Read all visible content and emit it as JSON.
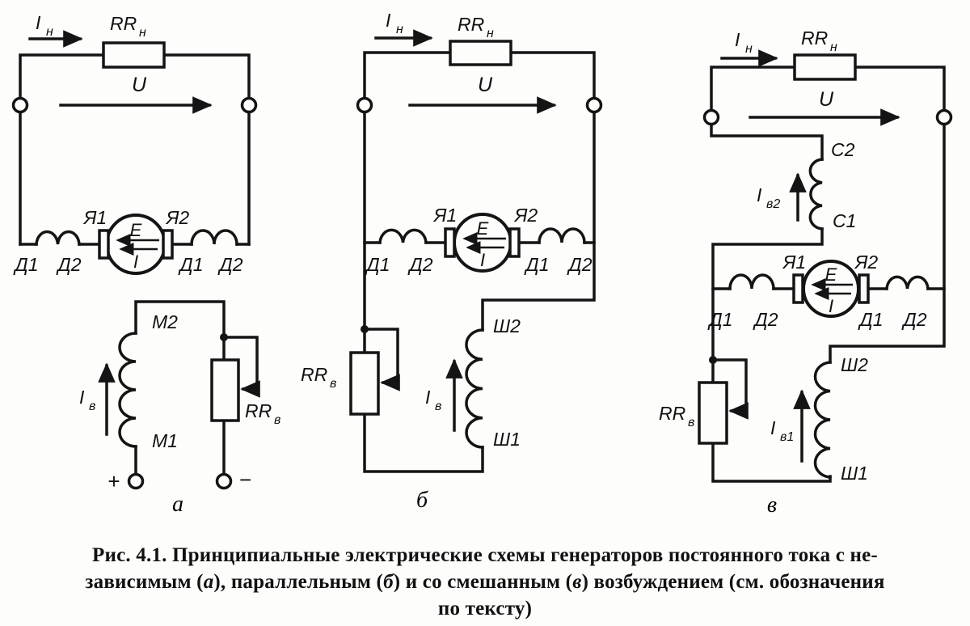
{
  "caption": {
    "lines": [
      [
        {
          "t": "Рис. 4.1. Принципиальные электрические схемы генераторов постоянного тока с не-"
        }
      ],
      [
        {
          "t": "зависимым ("
        },
        {
          "t": "а",
          "i": true
        },
        {
          "t": "), параллельным ("
        },
        {
          "t": "б",
          "i": true
        },
        {
          "t": ") и со смешанным ("
        },
        {
          "t": "в",
          "i": true
        },
        {
          "t": ") возбуждением (см. обозначения"
        }
      ],
      [
        {
          "t": "по тексту)"
        }
      ]
    ]
  },
  "circuits": {
    "a": {
      "panel": "а",
      "i_load": {
        "base": "I",
        "sub": "н"
      },
      "r_load": {
        "base": "RR",
        "sub": "н"
      },
      "voltage": "U",
      "emf": "E",
      "current": "I",
      "brush1": "Я1",
      "brush2": "Я2",
      "comm1": "Д1",
      "comm2": "Д2",
      "comm3": "Д1",
      "comm4": "Д2",
      "field_top": "M2",
      "field_bottom": "M1",
      "i_field": {
        "base": "I",
        "sub": "в"
      },
      "r_field": {
        "base": "RR",
        "sub": "в"
      },
      "plus": "+",
      "minus": "−"
    },
    "b": {
      "panel": "б",
      "i_load": {
        "base": "I",
        "sub": "н"
      },
      "r_load": {
        "base": "RR",
        "sub": "н"
      },
      "voltage": "U",
      "emf": "E",
      "current": "I",
      "brush1": "Я1",
      "brush2": "Я2",
      "comm1": "Д1",
      "comm2": "Д2",
      "comm3": "Д1",
      "comm4": "Д2",
      "shunt_top": "Ш2",
      "shunt_bottom": "Ш1",
      "i_field": {
        "base": "I",
        "sub": "в"
      },
      "r_field": {
        "base": "RR",
        "sub": "в"
      }
    },
    "v": {
      "panel": "в",
      "i_load": {
        "base": "I",
        "sub": "н"
      },
      "r_load": {
        "base": "RR",
        "sub": "н"
      },
      "voltage": "U",
      "emf": "E",
      "current": "I",
      "series_top": "C2",
      "series_bottom": "C1",
      "i_series": {
        "base": "I",
        "sub": "в2"
      },
      "brush1": "Я1",
      "brush2": "Я2",
      "comm1": "Д1",
      "comm2": "Д2",
      "comm3": "Д1",
      "comm4": "Д2",
      "shunt_top": "Ш2",
      "shunt_bottom": "Ш1",
      "i_shunt": {
        "base": "I",
        "sub": "в1"
      },
      "r_field": {
        "base": "RR",
        "sub": "в"
      }
    }
  }
}
